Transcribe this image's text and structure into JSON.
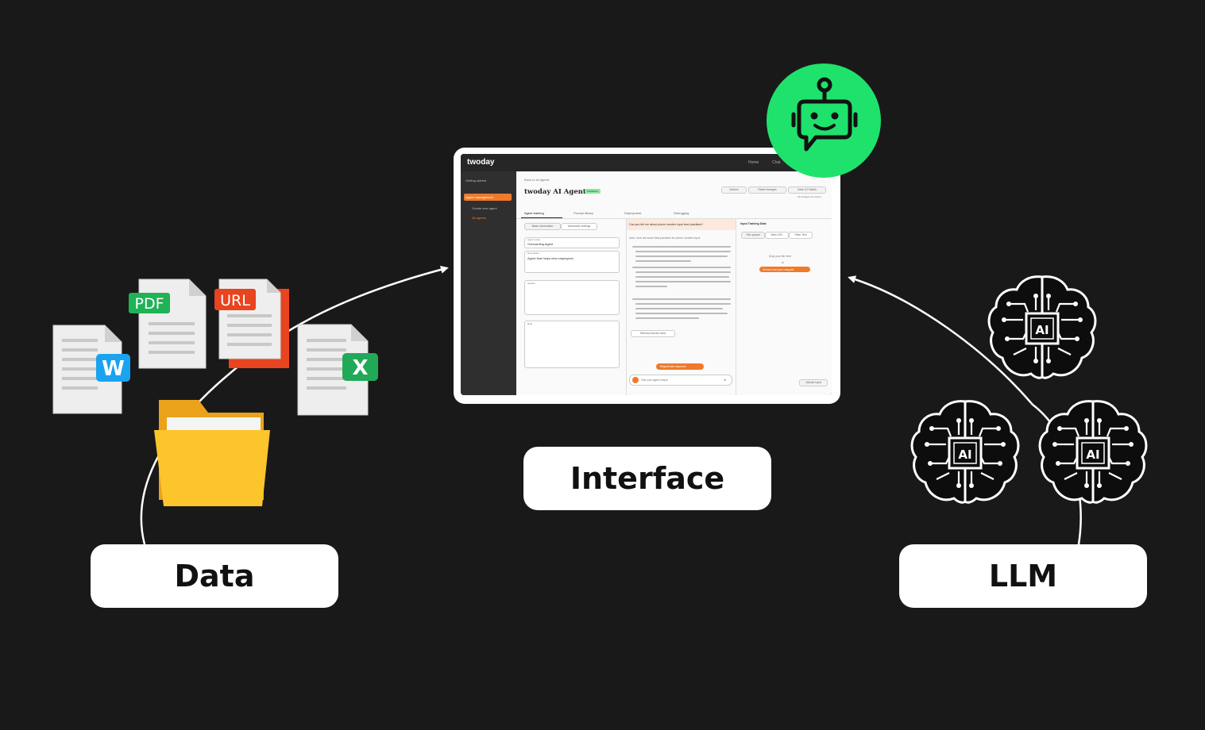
{
  "labels": {
    "data": "Data",
    "interface": "Interface",
    "llm": "LLM"
  },
  "file_badges": {
    "pdf": "PDF",
    "url": "URL",
    "word": "W",
    "excel": "X"
  },
  "chip_text": "AI",
  "screen": {
    "brand": "twoday",
    "nav_home": "Home",
    "nav_chat": "Chat",
    "sidebar_items": [
      "Getting started",
      "Agent management",
      "Create new agent",
      "All agents"
    ],
    "back_link": "Back to all agents",
    "agent_title": "twoday AI Agent",
    "status_badge": "Published",
    "actions_button": "Actions",
    "reset_button": "Reset changes",
    "save_button": "Save & Publish",
    "last_saved": "All changes are saved",
    "tabs": [
      "Agent training",
      "Prompt library",
      "Deployment",
      "Debugging"
    ],
    "subtabs": [
      "Basic information",
      "Advanced settings"
    ],
    "agent_name_label": "Agent name",
    "agent_name_value": "Onboarding Agent",
    "description_label": "Description",
    "description_value": "Agent that helps new employees",
    "persona_label": "System",
    "role_label": "Role",
    "question": "Can you tell me about phone number input best practices?",
    "answer_intro": "Sure, here are some best practices for phone number input:",
    "memory_button": "Memory blocks used",
    "regenerate_button": "Regenerate response",
    "input_placeholder": "Test your agent output",
    "training_title": "Input Training Data",
    "training_tabs": [
      "File upload",
      "Web URL",
      "Plain Text"
    ],
    "drop_text": "Drop your file here",
    "or_text": "or",
    "choose_button": "Choose from your computer",
    "upload_button": "Upload Input"
  },
  "colors": {
    "background": "#1a1919",
    "bot_green": "#1ee26c",
    "accent_orange": "#f07a2a",
    "folder_yellow": "#fcc52b",
    "pdf_green": "#1fb256",
    "url_red": "#e8441f",
    "word_blue": "#1aa3f0",
    "excel_green": "#21a957"
  }
}
